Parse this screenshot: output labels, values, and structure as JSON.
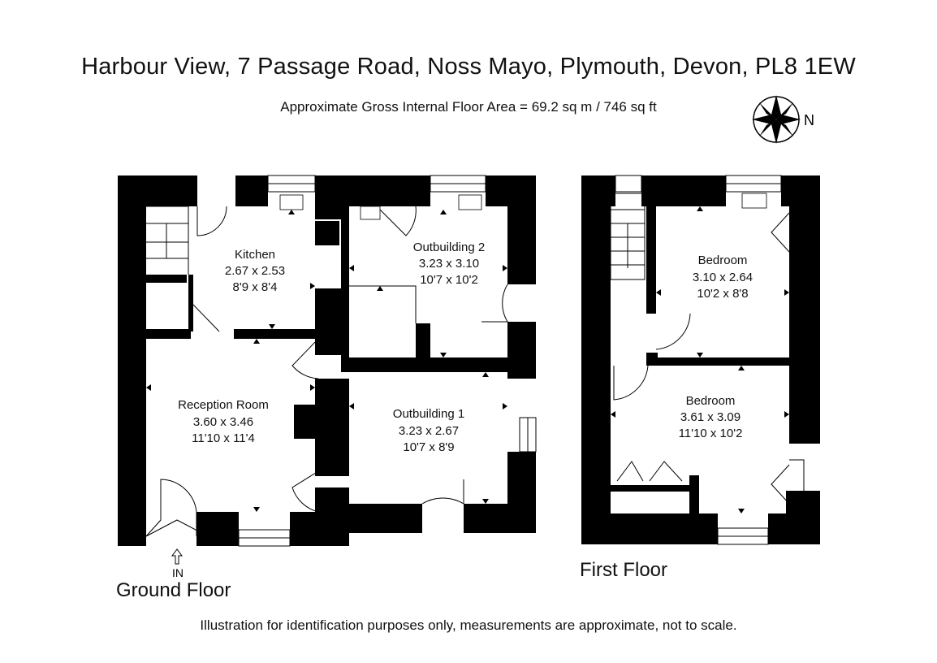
{
  "title": "Harbour View, 7 Passage Road, Noss Mayo, Plymouth, Devon, PL8 1EW",
  "subtitle": "Approximate Gross Internal Floor Area = 69.2 sq m / 746 sq ft",
  "footer": "Illustration for identification purposes only, measurements are approximate, not to scale.",
  "compass": {
    "label": "N"
  },
  "entrance_label": "IN",
  "floors": [
    {
      "name": "Ground Floor",
      "rooms": [
        {
          "name": "Kitchen",
          "metric": "2.67 x 2.53",
          "imperial": "8'9 x 8'4"
        },
        {
          "name": "Outbuilding 2",
          "metric": "3.23 x 3.10",
          "imperial": "10'7 x 10'2"
        },
        {
          "name": "Reception Room",
          "metric": "3.60 x 3.46",
          "imperial": "11'10 x 11'4"
        },
        {
          "name": "Outbuilding 1",
          "metric": "3.23 x 2.67",
          "imperial": "10'7 x 8'9"
        }
      ]
    },
    {
      "name": "First Floor",
      "rooms": [
        {
          "name": "Bedroom",
          "metric": "3.10 x 2.64",
          "imperial": "10'2 x 8'8"
        },
        {
          "name": "Bedroom",
          "metric": "3.61 x 3.09",
          "imperial": "11'10 x 10'2"
        }
      ]
    }
  ]
}
